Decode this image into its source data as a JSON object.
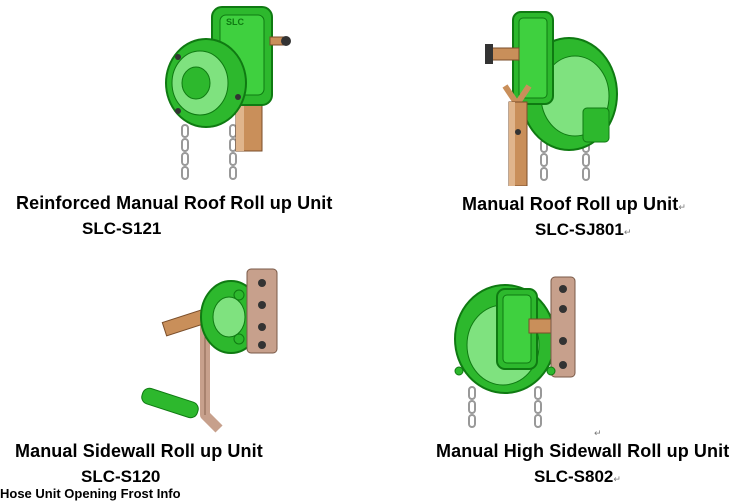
{
  "products": [
    {
      "id": "s121",
      "title": "Reinforced Manual Roof Roll up Unit",
      "code": "SLC-S121",
      "title_mark": "",
      "code_mark": "",
      "casting_text": "SLC"
    },
    {
      "id": "sj801",
      "title": "Manual Roof Roll up Unit",
      "code": "SLC-SJ801",
      "title_mark": "↵",
      "code_mark": "↵",
      "casting_text": ""
    },
    {
      "id": "s120",
      "title": "Manual Sidewall Roll up Unit",
      "code": "SLC-S120",
      "title_mark": "",
      "code_mark": "",
      "casting_text": ""
    },
    {
      "id": "s802",
      "title": "Manual High Sidewall Roll up Unit",
      "code": "SLC-S802",
      "title_mark": "",
      "code_mark": "↵",
      "casting_text": ""
    }
  ],
  "stray_mark": "↵",
  "cut_off_text": "Hose Unit Opening Frost Info",
  "colors": {
    "housing": "#2db82d",
    "housing_dark": "#0f7a12",
    "housing_light": "#7fe27f",
    "shaft": "#c98f5a",
    "bracket": "#c7a08c",
    "chain": "#9a9a9a"
  }
}
